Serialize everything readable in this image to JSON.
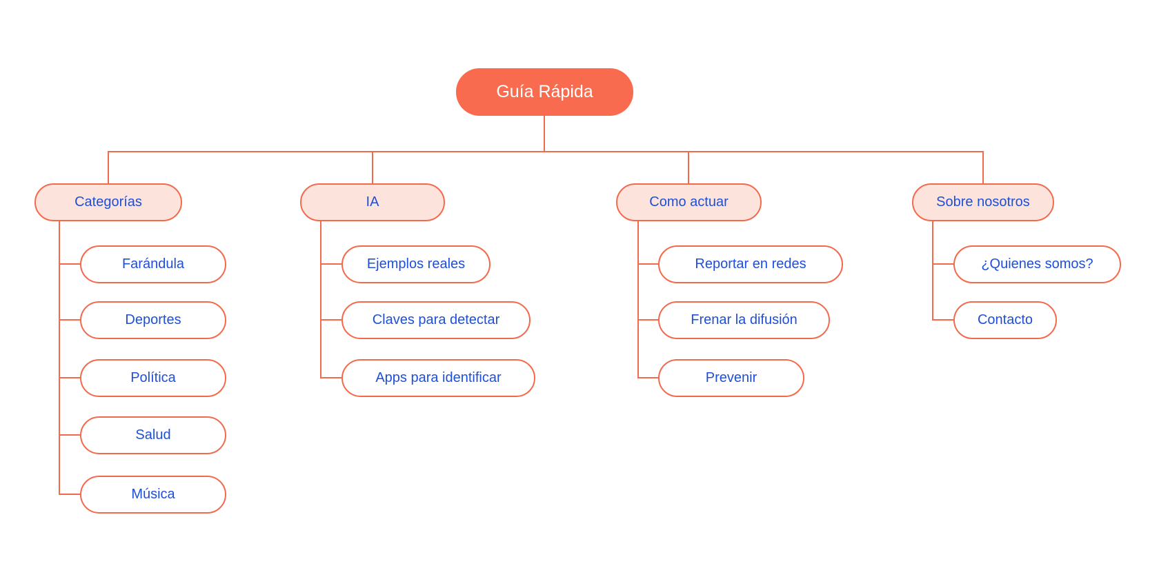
{
  "app": {
    "type": "mind-map-diagram",
    "background": "#ffffff"
  },
  "colors": {
    "accent_orange": "#f4694c",
    "root_fill": "#f96b4e",
    "root_text": "#ffffff",
    "branch_fill": "#fce4dc",
    "child_fill": "#ffffff",
    "node_text_blue": "#1d4fd8",
    "connector": "#f4694c"
  },
  "mindmap": {
    "root": {
      "label": "Guía Rápida"
    },
    "branches": [
      {
        "label": "Categorías",
        "children": [
          {
            "label": "Farándula"
          },
          {
            "label": "Deportes"
          },
          {
            "label": "Política"
          },
          {
            "label": "Salud"
          },
          {
            "label": "Música"
          }
        ]
      },
      {
        "label": "IA",
        "children": [
          {
            "label": "Ejemplos reales"
          },
          {
            "label": "Claves para detectar"
          },
          {
            "label": "Apps para identificar"
          }
        ]
      },
      {
        "label": "Como actuar",
        "children": [
          {
            "label": "Reportar en redes"
          },
          {
            "label": "Frenar la difusión"
          },
          {
            "label": "Prevenir"
          }
        ]
      },
      {
        "label": "Sobre nosotros",
        "children": [
          {
            "label": "¿Quienes somos?"
          },
          {
            "label": "Contacto"
          }
        ]
      }
    ]
  }
}
